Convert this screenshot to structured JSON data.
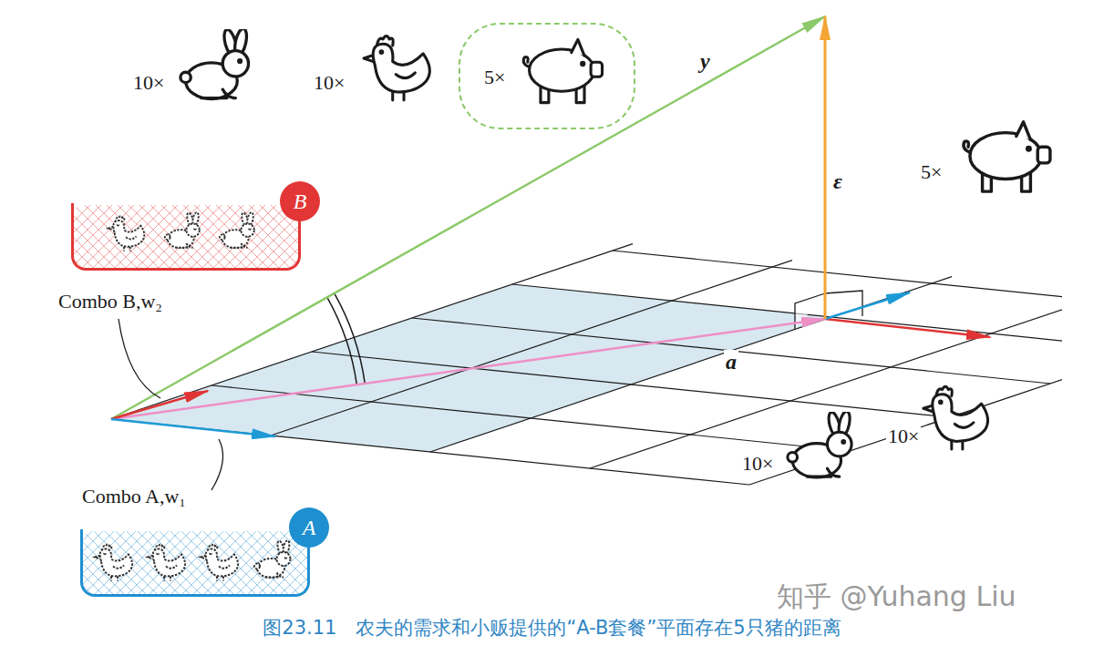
{
  "diagram": {
    "caption": "图23.11　农夫的需求和小贩提供的“A-B套餐”平面存在5只猪的距离",
    "nodes": [
      {
        "text": [
          "5×"
        ]
      },
      {
        "text": [
          "B"
        ]
      },
      {
        "text": [
          "A"
        ]
      }
    ],
    "labels": [
      "10×",
      "10×",
      "y",
      "ε",
      "5×",
      "Combo B,w₂",
      "a",
      "10×",
      "10×",
      "Combo A,w₁",
      "知乎 @Yuhang Liu"
    ]
  }
}
